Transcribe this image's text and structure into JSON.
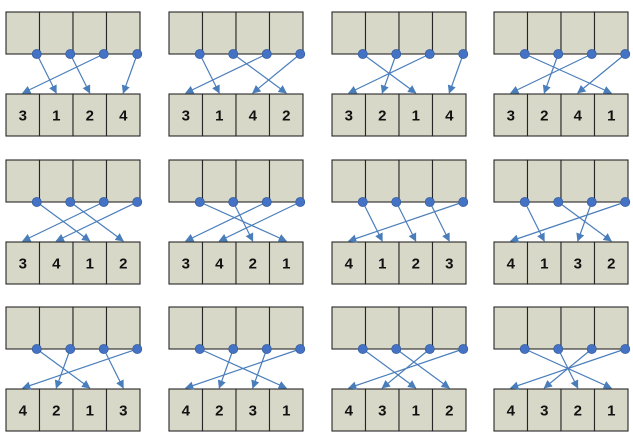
{
  "title": "",
  "colors": {
    "cell_fill": "#d8d8c8",
    "cell_border": "#262626",
    "arrow": "#4a7ebb",
    "dot": "#4472c4"
  },
  "permutations": [
    [
      "3",
      "1",
      "2",
      "4"
    ],
    [
      "3",
      "1",
      "4",
      "2"
    ],
    [
      "3",
      "2",
      "1",
      "4"
    ],
    [
      "3",
      "2",
      "4",
      "1"
    ],
    [
      "3",
      "4",
      "1",
      "2"
    ],
    [
      "3",
      "4",
      "2",
      "1"
    ],
    [
      "4",
      "1",
      "2",
      "3"
    ],
    [
      "4",
      "1",
      "3",
      "2"
    ],
    [
      "4",
      "2",
      "1",
      "3"
    ],
    [
      "4",
      "2",
      "3",
      "1"
    ],
    [
      "4",
      "3",
      "1",
      "2"
    ],
    [
      "4",
      "3",
      "2",
      "1"
    ]
  ]
}
